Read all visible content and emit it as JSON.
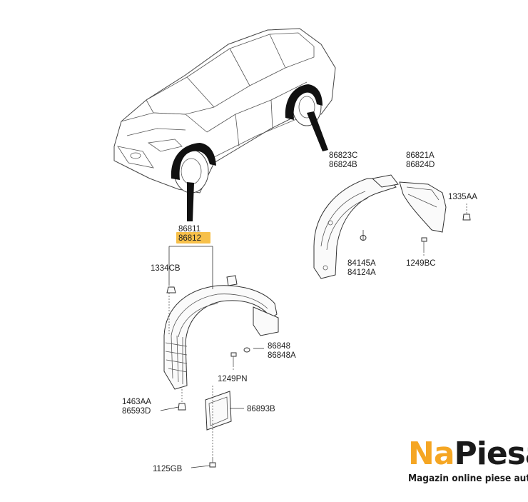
{
  "parts": {
    "front_liner": "86811",
    "front_liner_alt": "86812",
    "rear_liner_a": "86823C",
    "rear_liner_b": "86824B",
    "mud_guard_a": "86821A",
    "mud_guard_b": "86824D",
    "clip_1335": "1335AA",
    "nut_84145": "84145A",
    "nut_84124": "84124A",
    "screw_1249bc": "1249BC",
    "clip_1334": "1334CB",
    "grommet_86848": "86848",
    "grommet_86848a": "86848A",
    "screw_1249pn": "1249PN",
    "clip_1463": "1463AA",
    "clip_86593": "86593D",
    "panel_86893": "86893B",
    "screw_1125": "1125GB"
  },
  "colors": {
    "highlight": "#f7c04a",
    "logo_accent": "#f5a623",
    "logo_dark": "#1a1a1a"
  },
  "logo": {
    "part1": "Na",
    "part2": "Piesa",
    "tagline": "Magazin online piese auto"
  }
}
